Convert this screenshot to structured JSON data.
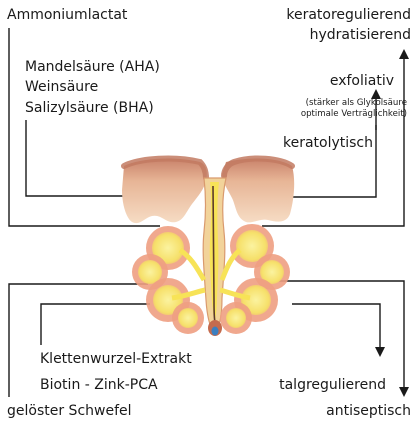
{
  "labels": {
    "ammoniumlactat": "Ammoniumlactat",
    "mandelsaeure": "Mandelsäure (AHA)",
    "weinsaeure": "Weinsäure",
    "salizylsaeure": "Salizylsäure (BHA)",
    "keratoregulierend": "keratoregulierend",
    "hydratisierend": "hydratisierend",
    "exfoliativ": "exfoliativ",
    "note_line1": "(stärker als Glykolsäure",
    "note_line2": "optimale Verträglichkeit)",
    "keratolytisch": "keratolytisch",
    "klettenwurzel": "Klettenwurzel-Extrakt",
    "biotin": "Biotin - Zink-PCA",
    "schwefel": "gelöster Schwefel",
    "talgregulierend": "talgregulierend",
    "antiseptisch": "antiseptisch"
  },
  "colors": {
    "line": "#1a1a1a",
    "skin_top": "#c9826a",
    "skin_light": "#f2cfb0",
    "gland_outer": "#e8a88c",
    "gland_inner": "#f7ea6f",
    "sebum": "#f4e04a",
    "hair": "#5b3a2a",
    "papilla": "#3a7fc0"
  }
}
